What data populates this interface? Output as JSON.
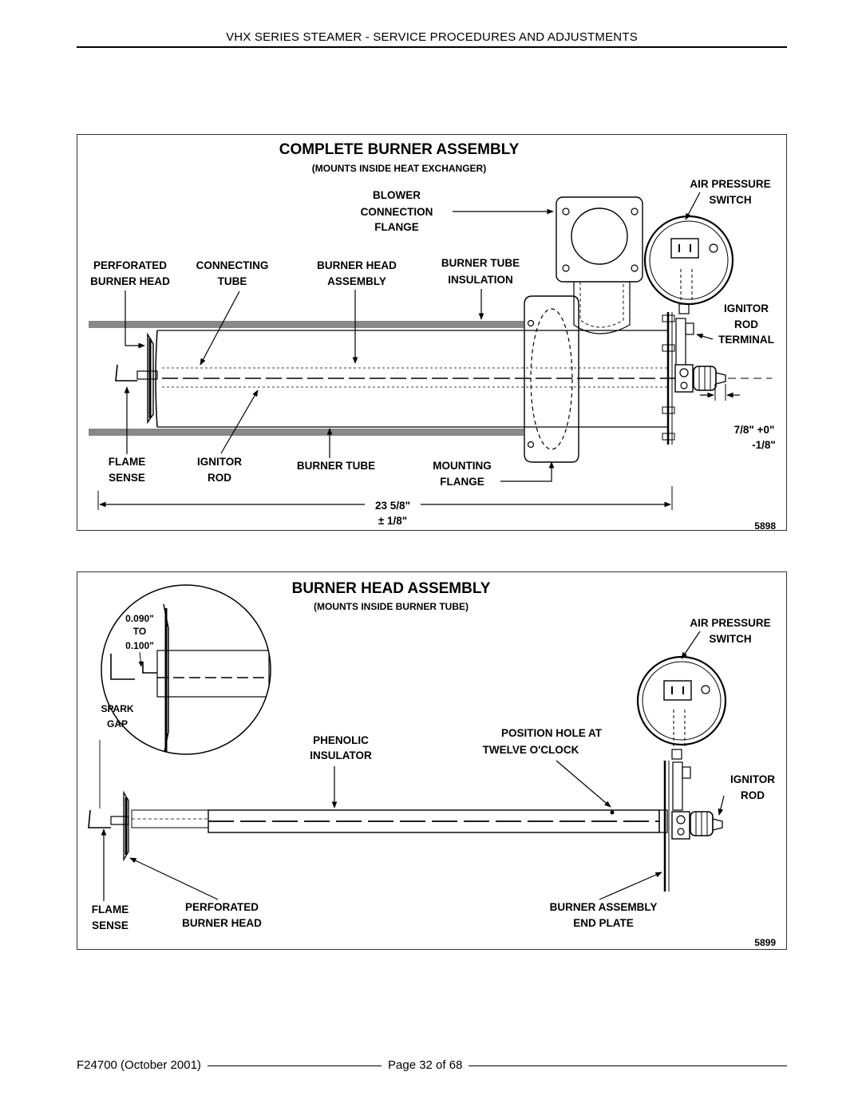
{
  "header": {
    "title": "VHX SERIES STEAMER - SERVICE PROCEDURES AND ADJUSTMENTS"
  },
  "figure1": {
    "title": "COMPLETE BURNER ASSEMBLY",
    "subtitle": "(MOUNTS INSIDE HEAT EXCHANGER)",
    "labels": {
      "blower_1": "BLOWER",
      "blower_2": "CONNECTION",
      "blower_3": "FLANGE",
      "air_pressure_1": "AIR PRESSURE",
      "air_pressure_2": "SWITCH",
      "perforated_1": "PERFORATED",
      "perforated_2": "BURNER HEAD",
      "connecting_1": "CONNECTING",
      "connecting_2": "TUBE",
      "burner_head_1": "BURNER HEAD",
      "burner_head_2": "ASSEMBLY",
      "burner_tube_ins_1": "BURNER TUBE",
      "burner_tube_ins_2": "INSULATION",
      "ignitor_term_1": "IGNITOR",
      "ignitor_term_2": "ROD",
      "ignitor_term_3": "TERMINAL",
      "dim_small_1": "7/8\" +0\"",
      "dim_small_2": "-1/8\"",
      "flame_1": "FLAME",
      "flame_2": "SENSE",
      "ignitor_rod_1": "IGNITOR",
      "ignitor_rod_2": "ROD",
      "burner_tube": "BURNER TUBE",
      "mounting_1": "MOUNTING",
      "mounting_2": "FLANGE",
      "dim_len_1": "23 5/8\"",
      "dim_len_2": "± 1/8\"",
      "figure_number": "5898"
    }
  },
  "figure2": {
    "title": "BURNER HEAD ASSEMBLY",
    "subtitle": "(MOUNTS INSIDE BURNER TUBE)",
    "labels": {
      "gap_1": "0.090\"",
      "gap_2": "TO",
      "gap_3": "0.100\"",
      "spark_1": "SPARK",
      "spark_2": "GAP",
      "air_pressure_1": "AIR PRESSURE",
      "air_pressure_2": "SWITCH",
      "phenolic_1": "PHENOLIC",
      "phenolic_2": "INSULATOR",
      "position_1": "POSITION HOLE AT",
      "position_2": "TWELVE O'CLOCK",
      "ignitor_1": "IGNITOR",
      "ignitor_2": "ROD",
      "flame_1": "FLAME",
      "flame_2": "SENSE",
      "perforated_1": "PERFORATED",
      "perforated_2": "BURNER HEAD",
      "end_plate_1": "BURNER ASSEMBLY",
      "end_plate_2": "END PLATE",
      "figure_number": "5899"
    }
  },
  "footer": {
    "doc_id": "F24700 (October 2001)",
    "page": "Page 32 of  68"
  }
}
